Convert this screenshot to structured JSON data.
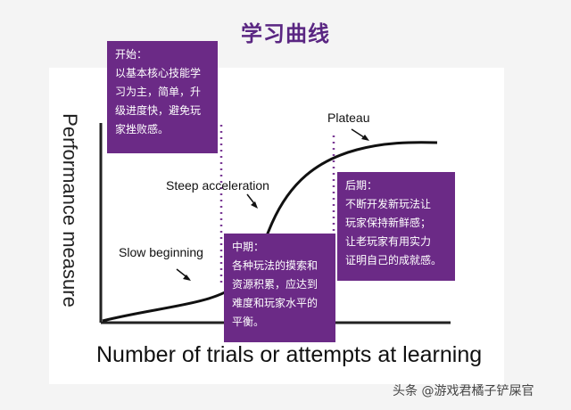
{
  "title": "学习曲线",
  "axes": {
    "y_label": "Performance measure",
    "x_label": "Number of trials or attempts at learning"
  },
  "annotations": {
    "slow": "Slow beginning",
    "steep": "Steep acceleration",
    "plateau": "Plateau"
  },
  "boxes": {
    "start": {
      "lines": [
        "开始：",
        "以基本核心技能学",
        "习为主，简单，升",
        "级进度快，避免玩",
        "家挫败感。"
      ]
    },
    "mid": {
      "lines": [
        "中期：",
        "各种玩法的摸索和",
        "资源积累，应达到",
        "难度和玩家水平的",
        "平衡。"
      ]
    },
    "late": {
      "lines": [
        "后期：",
        "不断开发新玩法让",
        "玩家保持新鲜感；",
        "让老玩家有用实力",
        "证明自己的成就感。"
      ]
    }
  },
  "watermark": "头条 @游戏君橘子铲屎官",
  "colors": {
    "accent": "#6b2a86",
    "title": "#5a2682",
    "dotted": "#7a3a95"
  }
}
